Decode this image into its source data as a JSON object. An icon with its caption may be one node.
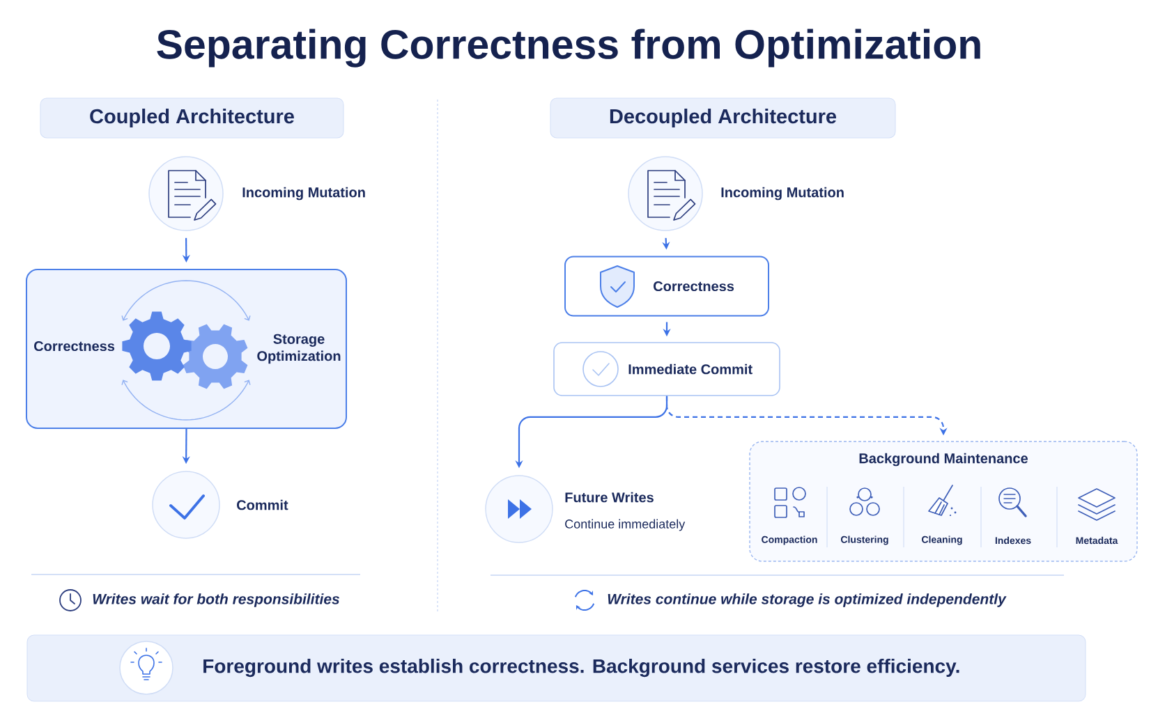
{
  "diagram": {
    "title": "Separating Correctness from Optimization",
    "nodes": [
      {
        "text": [
          "Coupled Architecture"
        ]
      },
      {
        "text": [
          "Incoming Mutation"
        ]
      },
      {
        "text": [
          "Correctness",
          "Storage Optimization"
        ]
      },
      {
        "text": [
          "Commit"
        ]
      },
      {
        "text": [
          "Decoupled Architecture"
        ]
      },
      {
        "text": [
          "Incoming Mutation"
        ]
      },
      {
        "text": [
          "Correctness"
        ]
      },
      {
        "text": [
          "Immediate Commit"
        ]
      },
      {
        "text": [
          "Future Writes",
          "Continue immediately"
        ]
      },
      {
        "text": [
          "Background Maintenance"
        ]
      },
      {
        "text": [
          "Foreground writes establish correctness. Background services restore efficiency."
        ]
      }
    ],
    "edges": [
      {
        "from": 1,
        "to": 2,
        "arrow": "to"
      },
      {
        "from": 2,
        "to": 3,
        "arrow": "to"
      },
      {
        "from": 5,
        "to": 6,
        "arrow": "to"
      },
      {
        "from": 6,
        "to": 7,
        "arrow": "to"
      },
      {
        "from": 7,
        "to": 8,
        "arrow": "to"
      },
      {
        "from": 7,
        "to": 9,
        "arrow": "to",
        "style": "dashed"
      }
    ],
    "labels": [
      "Compaction",
      "Clustering",
      "Cleaning",
      "Indexes",
      "Metadata",
      "Writes wait for both responsibilities",
      "Writes continue while storage is optimized independently"
    ]
  }
}
